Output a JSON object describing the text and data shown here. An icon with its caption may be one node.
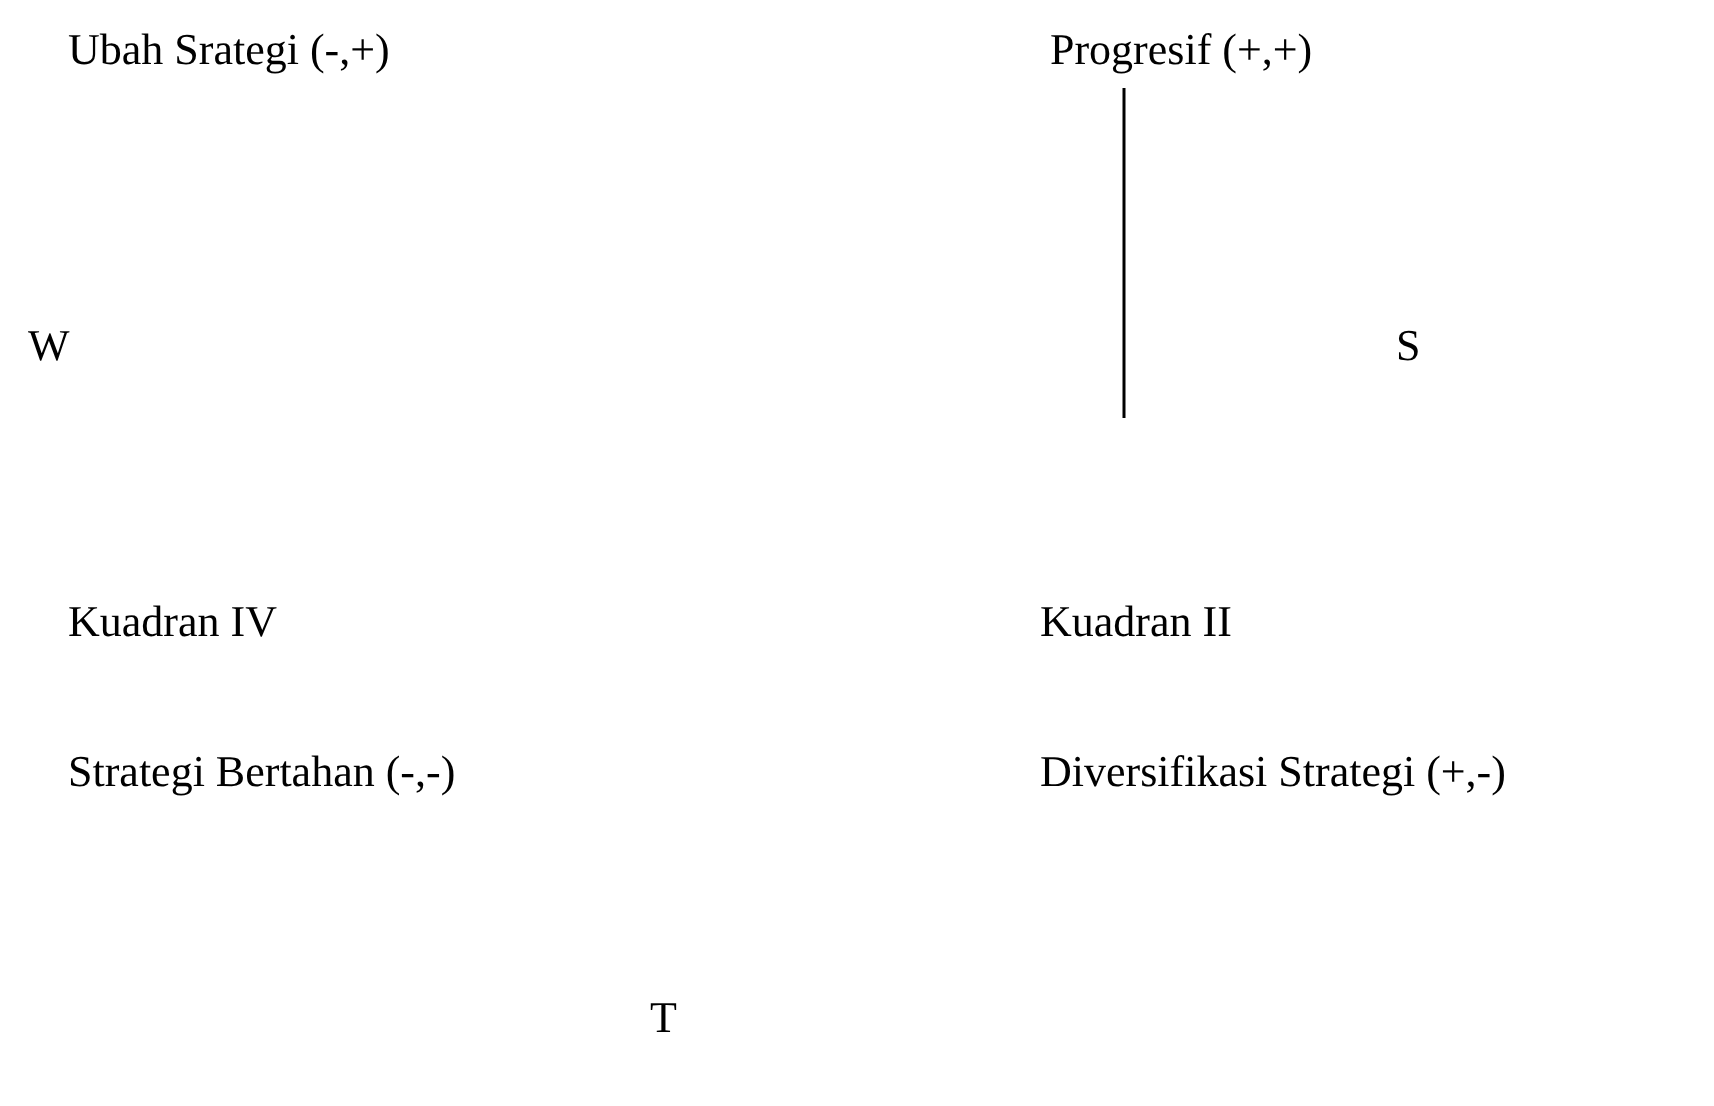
{
  "diagram": {
    "labels": [
      "Ubah Srategi (-,+)",
      "Progresif (+,+)",
      "W",
      "S",
      "Kuadran IV",
      "Kuadran II",
      "Strategi Bertahan (-,-)",
      "Diversifikasi Strategi (+,-)",
      "T"
    ]
  }
}
